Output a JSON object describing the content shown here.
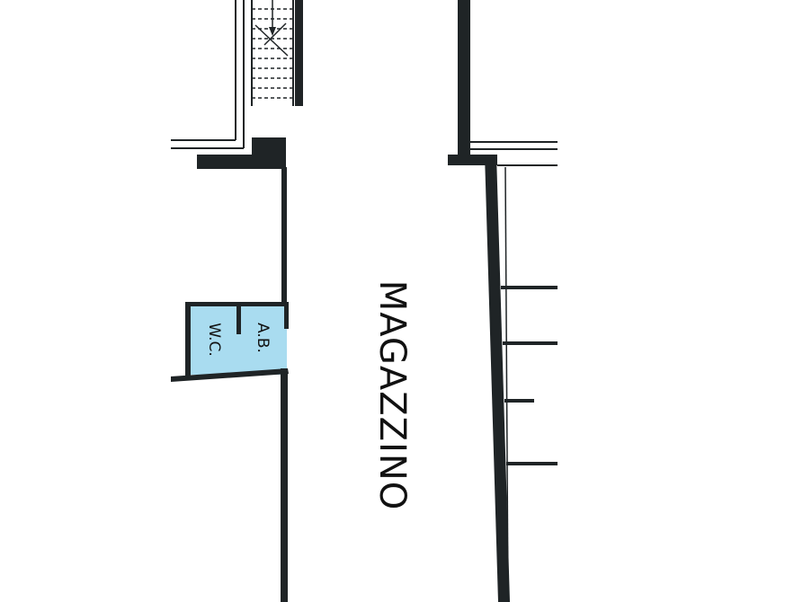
{
  "plan": {
    "rooms": {
      "main": {
        "label": "MAGAZZINO"
      },
      "bath": {
        "label": "W.C."
      },
      "antebath": {
        "label": "A.B."
      }
    },
    "colors": {
      "wall": "#1f2426",
      "bath_fill": "#a9dcf0",
      "background": "#ffffff",
      "light_line": "#8a8f92"
    }
  }
}
